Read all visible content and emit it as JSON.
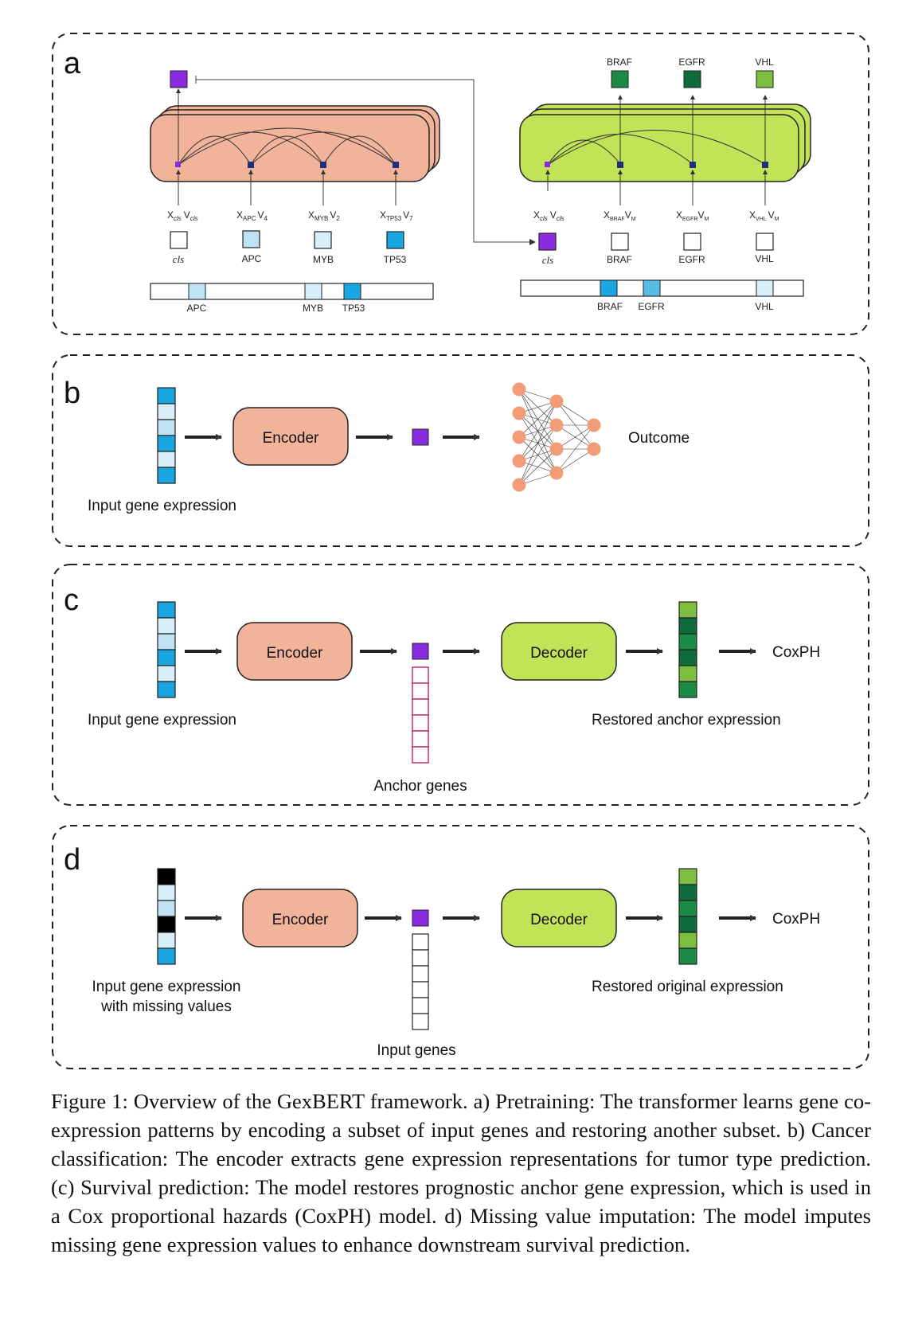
{
  "colors": {
    "encoder_fill": "#f2b39b",
    "decoder_fill": "#c2e358",
    "cls_token": "#8a2be2",
    "token_dark": "#1f2f7a",
    "cell_blue": "#1aa6e0",
    "cell_light_blue": "#bfe3f5",
    "cell_green_dark": "#0f6b3a",
    "cell_green_mid": "#1b8a45",
    "cell_green_light": "#7dbd3f",
    "anchor_border": "#c0134c",
    "node_orange": "#f29b77"
  },
  "panel_a": {
    "letter": "a",
    "left": {
      "token_vars": [
        {
          "x": "X",
          "xs": "cls",
          "v": "V",
          "vs": "cls"
        },
        {
          "x": "X",
          "xs": "APC",
          "v": "V",
          "vs": "4"
        },
        {
          "x": "X",
          "xs": "MYB",
          "v": "V",
          "vs": "2"
        },
        {
          "x": "X",
          "xs": "TP53",
          "v": "V",
          "vs": "7"
        }
      ],
      "token_labels": [
        "cls",
        "APC",
        "MYB",
        "TP53"
      ],
      "bar_labels": [
        "APC",
        "MYB",
        "TP53"
      ]
    },
    "right": {
      "output_labels": [
        "BRAF",
        "EGFR",
        "VHL"
      ],
      "token_vars": [
        {
          "x": "X",
          "xs": "cls",
          "v": "V",
          "vs": "cls"
        },
        {
          "x": "X",
          "xs": "BRAF",
          "v": "V",
          "vs": "M"
        },
        {
          "x": "X",
          "xs": "EGFR",
          "v": "V",
          "vs": "M"
        },
        {
          "x": "X",
          "xs": "VHL",
          "v": "V",
          "vs": "M"
        }
      ],
      "token_labels": [
        "cls",
        "BRAF",
        "EGFR",
        "VHL"
      ],
      "bar_labels": [
        "BRAF",
        "EGFR",
        "VHL"
      ]
    }
  },
  "panel_b": {
    "letter": "b",
    "encoder_label": "Encoder",
    "input_label": "Input gene expression",
    "outcome_label": "Outcome"
  },
  "panel_c": {
    "letter": "c",
    "encoder_label": "Encoder",
    "decoder_label": "Decoder",
    "input_label": "Input gene expression",
    "anchor_label": "Anchor genes",
    "restored_label": "Restored anchor expression",
    "coxph_label": "CoxPH"
  },
  "panel_d": {
    "letter": "d",
    "encoder_label": "Encoder",
    "decoder_label": "Decoder",
    "input_label_line1": "Input gene expression",
    "input_label_line2": "with missing values",
    "genes_label": "Input genes",
    "restored_label": "Restored original expression",
    "coxph_label": "CoxPH"
  },
  "caption": "Figure 1: Overview of the GexBERT framework. a) Pretraining: The transformer learns gene co-expression patterns by encoding a subset of input genes and restoring another subset. b) Cancer classification: The encoder extracts gene expression representations for tumor type prediction. (c) Survival prediction: The model restores prognostic anchor gene expression, which is used in a Cox proportional hazards (CoxPH) model. d) Missing value imputation: The model imputes missing gene expression values to enhance downstream survival prediction."
}
